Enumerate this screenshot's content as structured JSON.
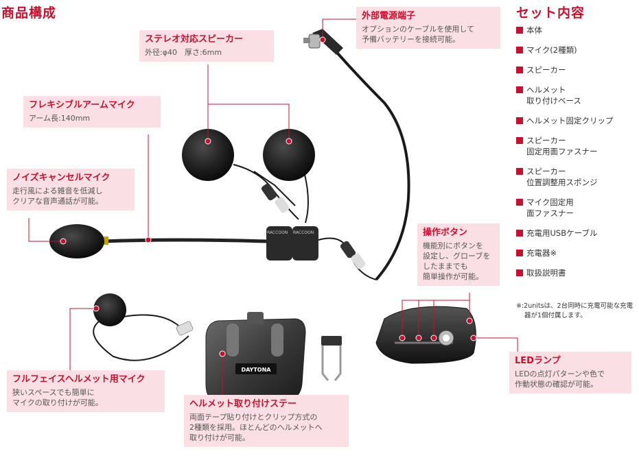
{
  "page_title": "商品構成",
  "set_title": "セット内容",
  "callouts": {
    "stereo_speaker": {
      "title": "ステレオ対応スピーカー",
      "desc": "外径:φ40　厚さ:6mm"
    },
    "external_power": {
      "title": "外部電源端子",
      "desc": "オプションのケーブルを使用して\n予備バッテリーを接続可能。"
    },
    "flexible_arm_mic": {
      "title": "フレキシブルアームマイク",
      "desc": "アーム長:140mm"
    },
    "noise_cancel_mic": {
      "title": "ノイズキャンセルマイク",
      "desc": "走行風による雑音を低減し\nクリアな音声通話が可能。"
    },
    "control_buttons": {
      "title": "操作ボタン",
      "desc": "機能別にボタンを\n設定し、グローブを\nしたままでも\n簡単操作が可能。"
    },
    "full_face_mic": {
      "title": "フルフェイスヘルメット用マイク",
      "desc": "狭いスペースでも簡単に\nマイクの取り付けが可能。"
    },
    "helmet_mount": {
      "title": "ヘルメット取り付けステー",
      "desc": "両面テープ貼り付けとクリップ方式の\n2種類を採用。ほとんどのヘルメットへ\n取り付けが可能。"
    },
    "led_lamp": {
      "title": "LEDランプ",
      "desc": "LEDの点灯パターンや色で\n作動状態の確認が可能。"
    }
  },
  "set_contents": [
    "本体",
    "マイク(2種類)",
    "スピーカー",
    "ヘルメット\n取り付けベース",
    "ヘルメット固定クリップ",
    "スピーカー\n固定用面ファスナー",
    "スピーカー\n位置調整用スポンジ",
    "マイク固定用\n面ファスナー",
    "充電用USBケーブル",
    "充電器※",
    "取扱説明書"
  ],
  "set_note": "※:2unitsは、2台同時に充電可能な充電器が1個付属します。",
  "mount_logo": "DAYTONA",
  "clip_tab_label": "RACCOON",
  "colors": {
    "accent": "#c8102e",
    "callout_bg": "#fadfe4",
    "leader": "#c8102e"
  }
}
